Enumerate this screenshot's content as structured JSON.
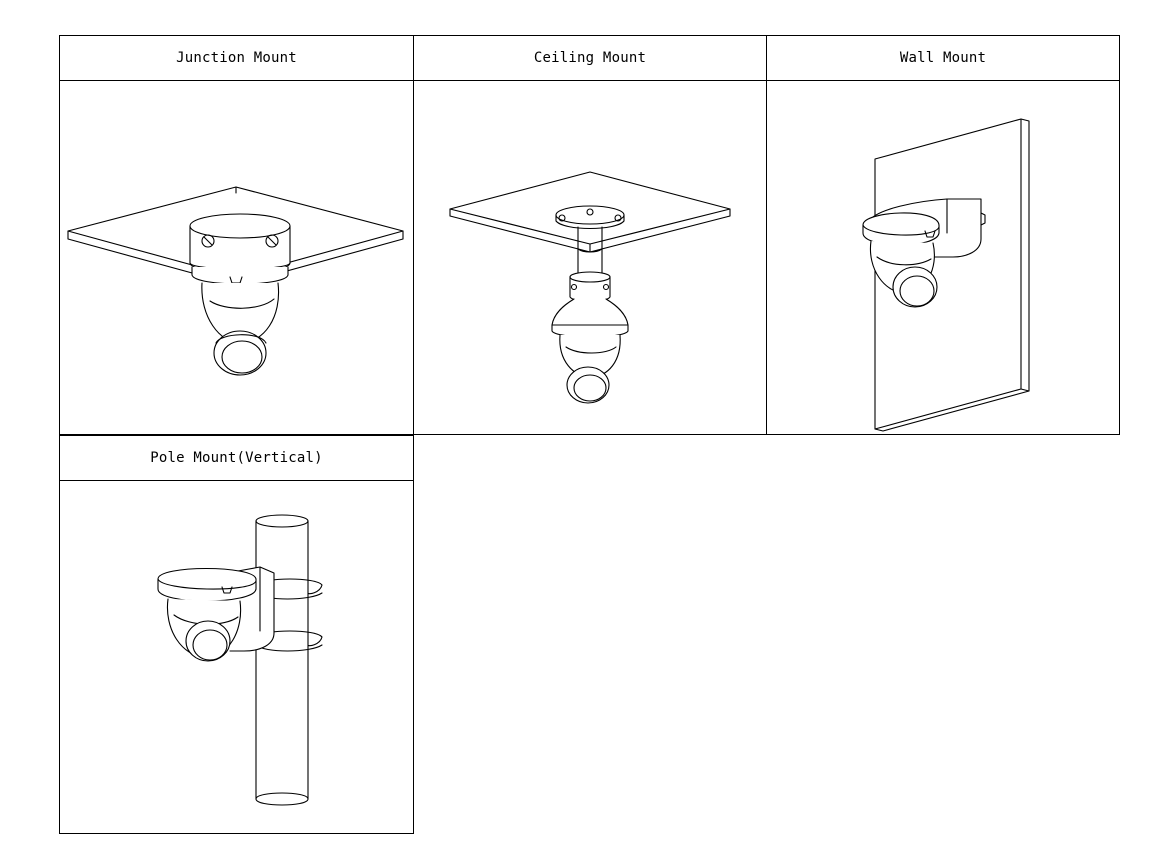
{
  "mounts": [
    {
      "label": "Junction Mount",
      "icon": "junction-mount-drawing"
    },
    {
      "label": "Ceiling Mount",
      "icon": "ceiling-mount-drawing"
    },
    {
      "label": "Wall Mount",
      "icon": "wall-mount-drawing"
    },
    {
      "label": "Pole Mount(Vertical)",
      "icon": "pole-mount-drawing"
    }
  ],
  "colors": {
    "line": "#000000",
    "background": "#ffffff"
  }
}
